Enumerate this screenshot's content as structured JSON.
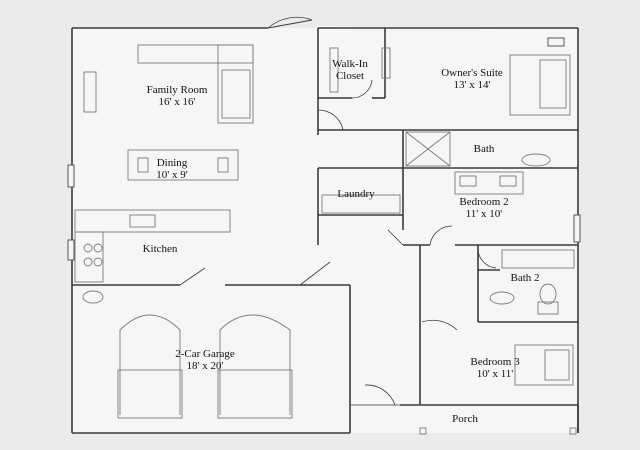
{
  "rooms": {
    "family_room": {
      "name": "Family Room",
      "dims": "16' x 16'"
    },
    "dining": {
      "name": "Dining",
      "dims": "10' x 9'"
    },
    "kitchen": {
      "name": "Kitchen"
    },
    "garage": {
      "name": "2-Car Garage",
      "dims": "18' x 20'"
    },
    "walk_in_closet": {
      "line1": "Walk-In",
      "line2": "Closet"
    },
    "owners_suite": {
      "name": "Owner's Suite",
      "dims": "13' x 14'"
    },
    "bath": {
      "name": "Bath"
    },
    "laundry": {
      "name": "Laundry"
    },
    "bedroom2": {
      "name": "Bedroom 2",
      "dims": "11' x 10'"
    },
    "bath2": {
      "name": "Bath 2"
    },
    "bedroom3": {
      "name": "Bedroom 3",
      "dims": "10' x 11'"
    },
    "porch": {
      "name": "Porch"
    }
  },
  "colors": {
    "wall": "#3a3a3a",
    "fixture": "#7a7a7a",
    "floor": "#f6f6f6"
  }
}
